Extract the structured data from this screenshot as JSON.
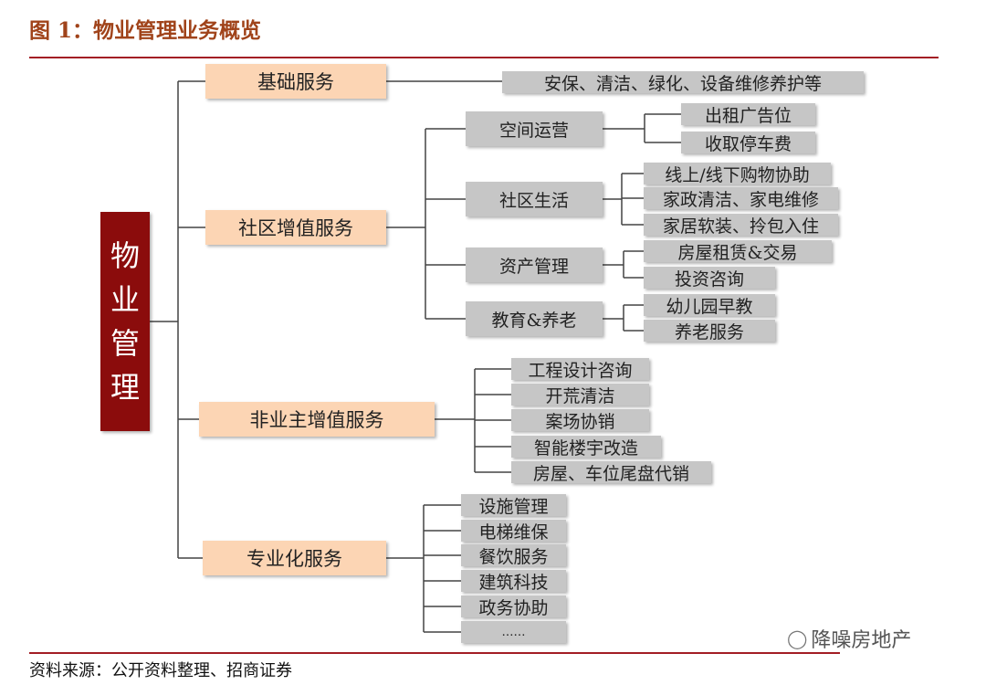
{
  "title": "图 1：物业管理业务概览",
  "root": "物业管理",
  "root_chars": [
    "物",
    "业",
    "管",
    "理"
  ],
  "basic": {
    "label": "基础服务",
    "detail": "安保、清洁、绿化、设备维修养护等"
  },
  "community": {
    "label": "社区增值服务",
    "groups": [
      {
        "label": "空间运营",
        "items": [
          "出租广告位",
          "收取停车费"
        ]
      },
      {
        "label": "社区生活",
        "items": [
          "线上/线下购物协助",
          "家政清洁、家电维修",
          "家居软装、拎包入住"
        ]
      },
      {
        "label": "资产管理",
        "items": [
          "房屋租赁&交易",
          "投资咨询"
        ]
      },
      {
        "label": "教育&养老",
        "items": [
          "幼儿园早教",
          "养老服务"
        ]
      }
    ]
  },
  "nonowner": {
    "label": "非业主增值服务",
    "items": [
      "工程设计咨询",
      "开荒清洁",
      "案场协销",
      "智能楼宇改造",
      "房屋、车位尾盘代销"
    ]
  },
  "professional": {
    "label": "专业化服务",
    "items": [
      "设施管理",
      "电梯维保",
      "餐饮服务",
      "建筑科技",
      "政务协助",
      "……"
    ]
  },
  "source": "资料来源：公开资料整理、招商证券",
  "watermark": "降噪房地产",
  "colors": {
    "root": "#8b0c0c",
    "level1": "#fcd5b4",
    "leaf": "#c6c6c6",
    "title": "#a0431a",
    "rule": "#a31d24"
  }
}
